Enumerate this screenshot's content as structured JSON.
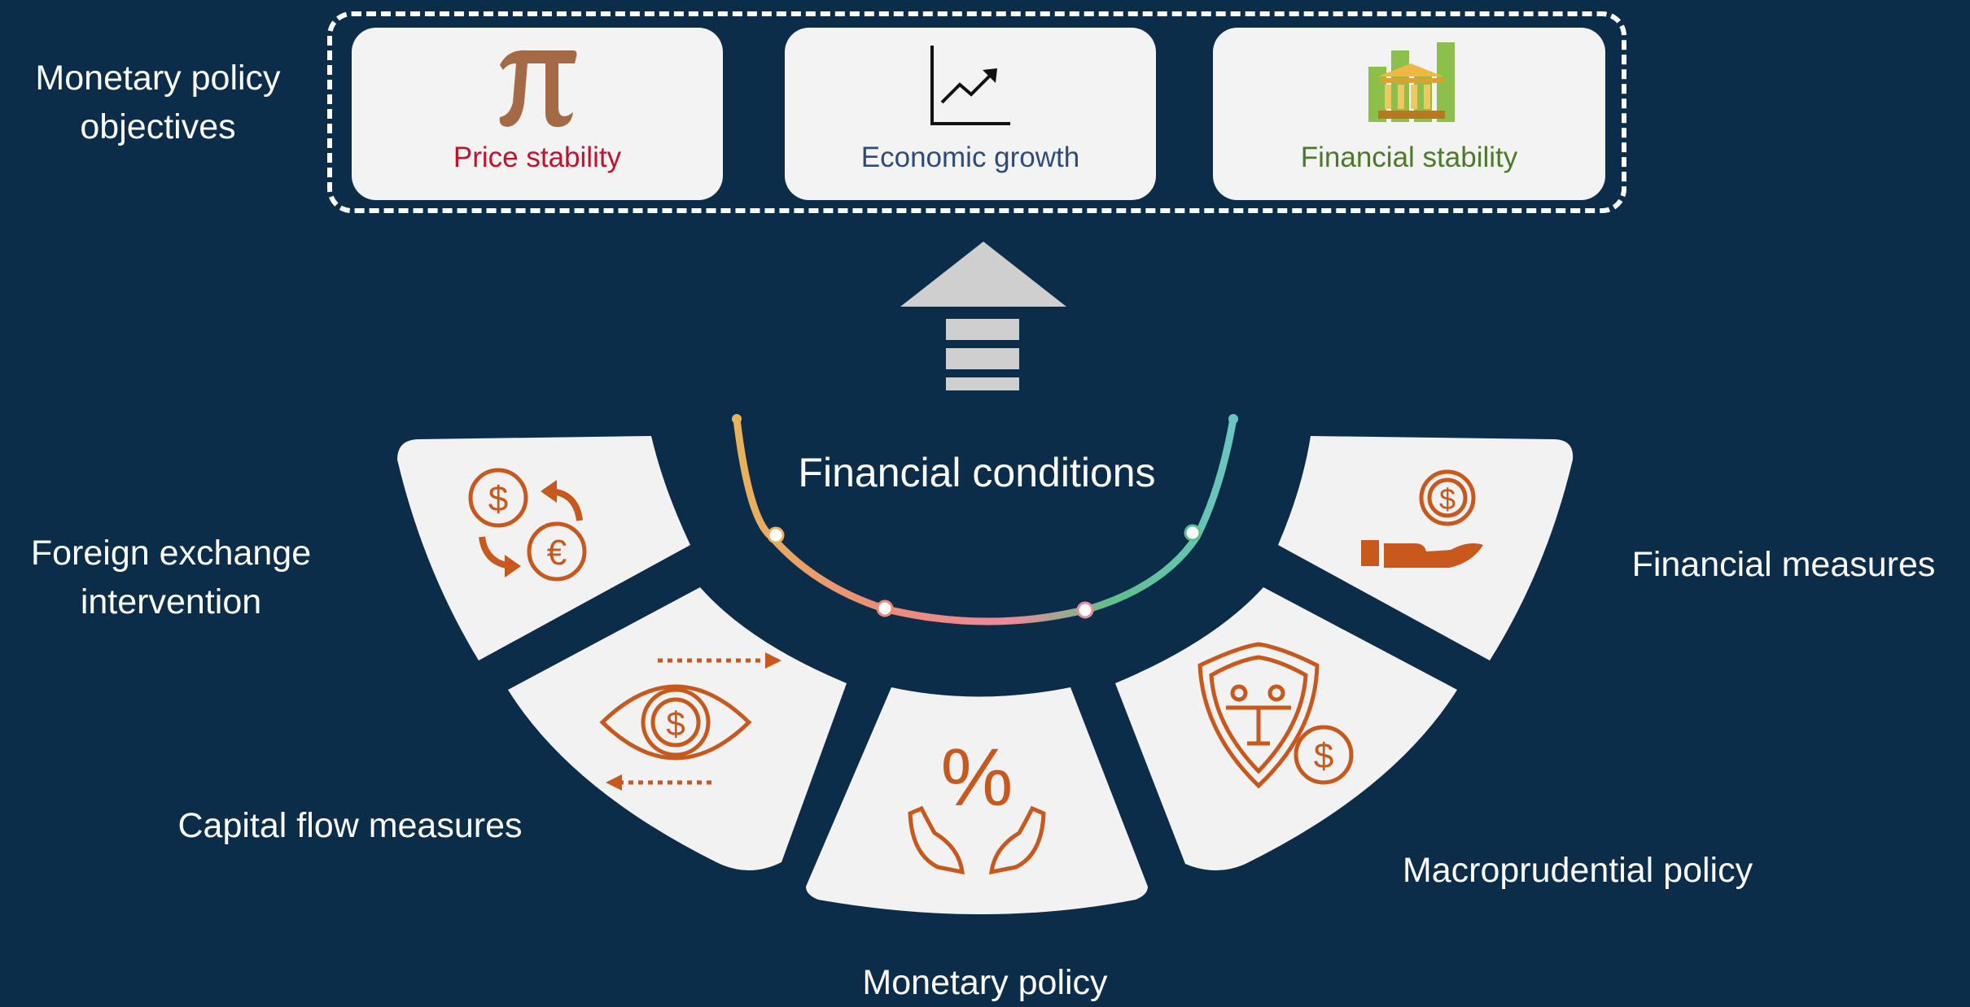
{
  "objectives_label": [
    "Monetary policy",
    "objectives"
  ],
  "objectives": [
    {
      "label": "Price stability",
      "color": "#c8102e",
      "icon": "pi-icon"
    },
    {
      "label": "Economic growth",
      "color": "#2e4c7a",
      "icon": "growth-chart-icon"
    },
    {
      "label": "Financial stability",
      "color": "#4c7a2a",
      "icon": "bank-bar-chart-icon"
    }
  ],
  "center_label": "Financial conditions",
  "instruments": {
    "fx": {
      "lines": [
        "Foreign exchange",
        "intervention"
      ],
      "icon": "currency-exchange-icon"
    },
    "capital_flow": {
      "lines": [
        "Capital flow measures"
      ],
      "icon": "eye-dollar-flow-icon"
    },
    "monetary": {
      "lines": [
        "Monetary policy"
      ],
      "icon": "percent-hands-icon"
    },
    "macroprudential": {
      "lines": [
        "Macroprudential policy"
      ],
      "icon": "shield-dollar-icon"
    },
    "financial": {
      "lines": [
        "Financial measures"
      ],
      "icon": "hand-coin-icon"
    }
  },
  "colors": {
    "background": "#0b2d4a",
    "panel": "#f2f2f2",
    "icon_orange": "#c8581c",
    "arrow_gray": "#cfcfcf"
  }
}
